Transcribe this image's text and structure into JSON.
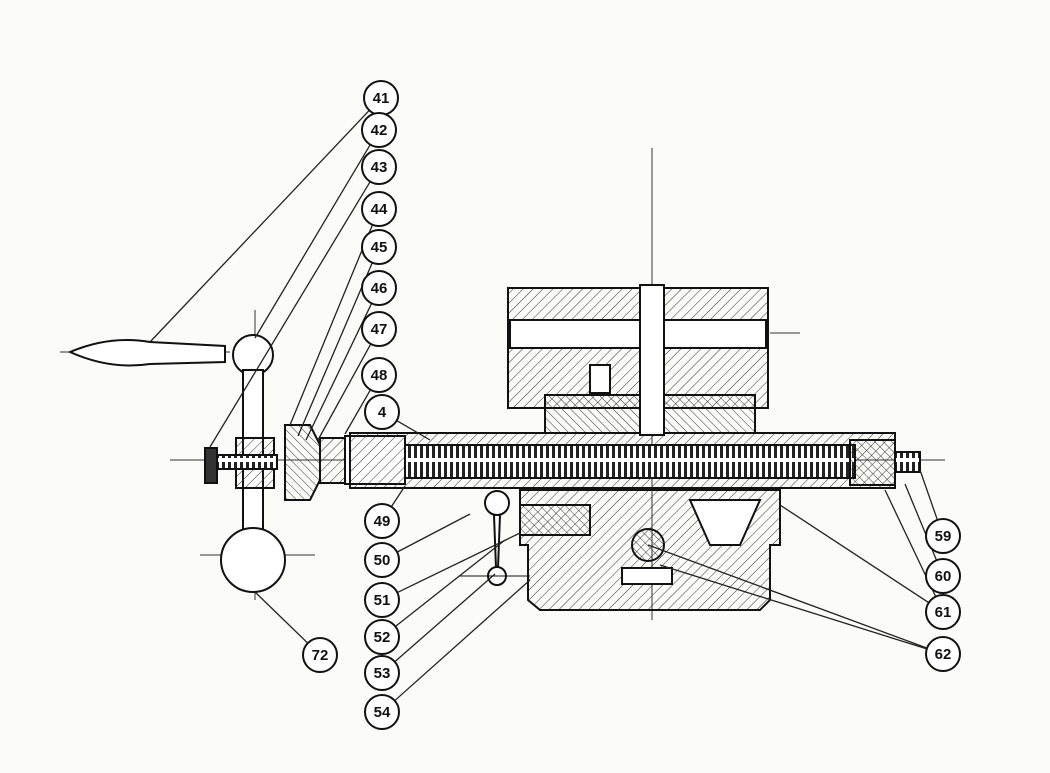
{
  "diagram": {
    "type": "mechanical cross-section drawing",
    "callouts": [
      {
        "label": "41"
      },
      {
        "label": "42"
      },
      {
        "label": "43"
      },
      {
        "label": "44"
      },
      {
        "label": "45"
      },
      {
        "label": "46"
      },
      {
        "label": "47"
      },
      {
        "label": "48"
      },
      {
        "label": "4"
      },
      {
        "label": "49"
      },
      {
        "label": "50"
      },
      {
        "label": "51"
      },
      {
        "label": "52"
      },
      {
        "label": "53"
      },
      {
        "label": "54"
      },
      {
        "label": "72"
      },
      {
        "label": "59"
      },
      {
        "label": "60"
      },
      {
        "label": "61"
      },
      {
        "label": "62"
      }
    ]
  }
}
